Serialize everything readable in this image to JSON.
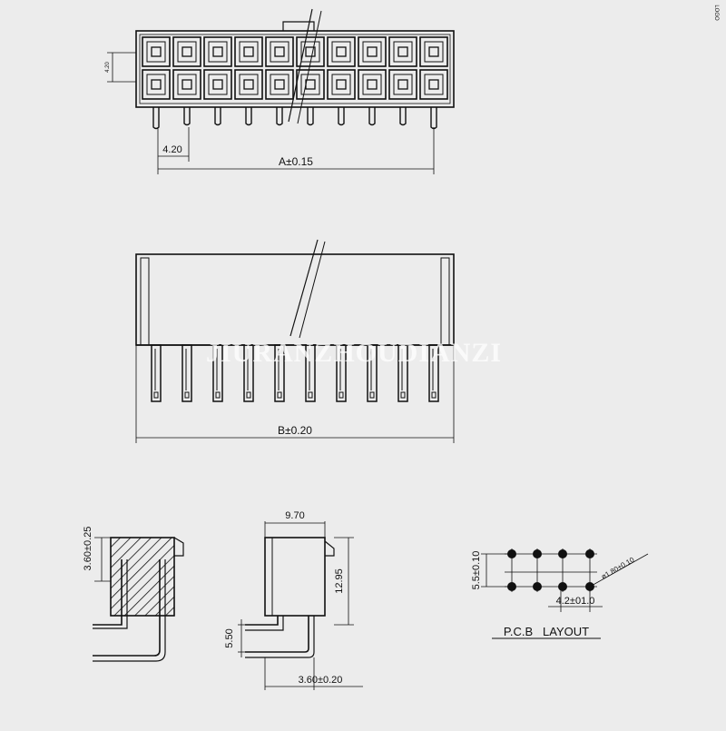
{
  "top_view": {
    "pitch_label": "4.20",
    "length_label": "A±0.15",
    "row_pitch_label": "4.20"
  },
  "front_view": {
    "length_label": "B±0.20"
  },
  "side_view_left": {
    "height_label": "3.60±0.25"
  },
  "side_view_right": {
    "depth_label": "9.70",
    "height_label": "12.95",
    "pin_offset_label": "5.50",
    "base_label": "3.60±0.20"
  },
  "pcb_layout": {
    "row_spacing_label": "5.5±0.10",
    "col_spacing_label": "4.2±01.0",
    "hole_label": "ø1.80±0.10",
    "title": "P.C.B   LAYOUT"
  },
  "watermark": "JIURANZHOUDIANZI",
  "corner_mark": "LOGO",
  "colors": {
    "line": "#111111",
    "background": "#ececec",
    "watermark": "#ffffff"
  }
}
